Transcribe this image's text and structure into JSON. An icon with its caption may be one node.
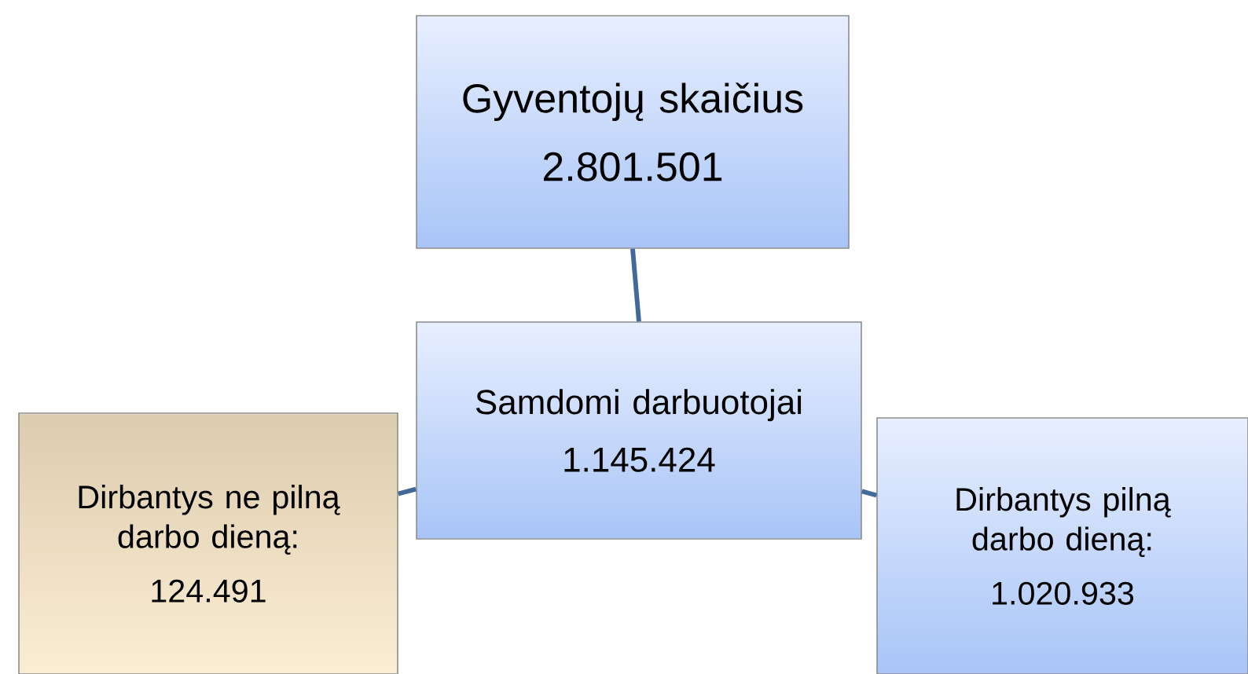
{
  "diagram": {
    "nodes": [
      {
        "text": [
          "Gyventojų skaičius",
          "2.801.501"
        ]
      },
      {
        "text": [
          "Samdomi darbuotojai",
          "1.145.424"
        ]
      },
      {
        "text": [
          "Dirbantys ne pilną darbo dieną:",
          "124.491"
        ]
      },
      {
        "text": [
          "Dirbantys pilną darbo dieną:",
          "1.020.933"
        ]
      }
    ],
    "edges": [
      {
        "from": 0,
        "to": 1,
        "arrow": "none"
      },
      {
        "from": 1,
        "to": 2,
        "arrow": "none"
      },
      {
        "from": 1,
        "to": 3,
        "arrow": "none"
      }
    ]
  }
}
